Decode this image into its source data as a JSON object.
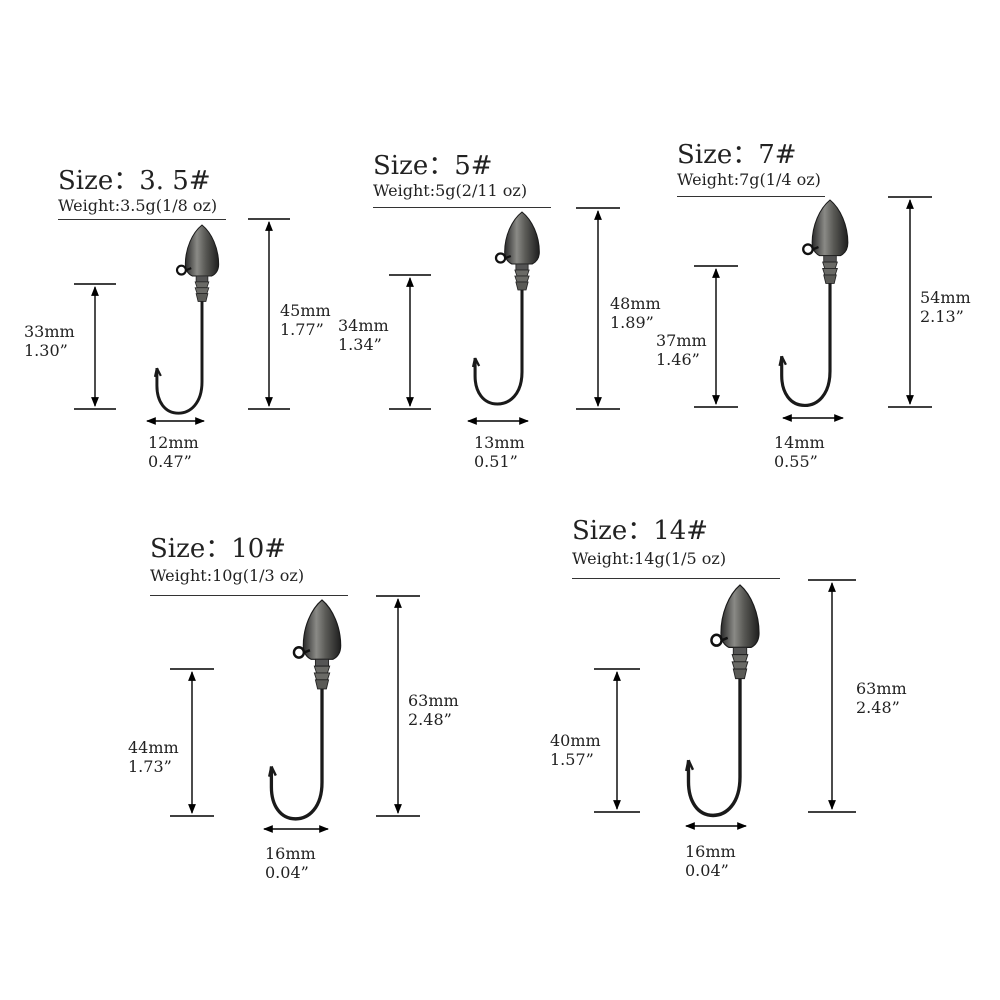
{
  "panels": [
    {
      "size": "Size：3. 5#",
      "weight": "Weight:3.5g(1/8 oz)",
      "inner": [
        "33mm",
        "1.30”"
      ],
      "total": [
        "45mm",
        "1.77”"
      ],
      "width": [
        "12mm",
        "0.47”"
      ]
    },
    {
      "size": "Size：5#",
      "weight": "Weight:5g(2/11 oz)",
      "inner": [
        "34mm",
        "1.34”"
      ],
      "total": [
        "48mm",
        "1.89”"
      ],
      "width": [
        "13mm",
        "0.51”"
      ]
    },
    {
      "size": "Size：7#",
      "weight": "Weight:7g(1/4 oz)",
      "inner": [
        "37mm",
        "1.46”"
      ],
      "total": [
        "54mm",
        "2.13”"
      ],
      "width": [
        "14mm",
        "0.55”"
      ]
    },
    {
      "size": "Size：10#",
      "weight": "Weight:10g(1/3 oz)",
      "inner": [
        "44mm",
        "1.73”"
      ],
      "total": [
        "63mm",
        "2.48”"
      ],
      "width": [
        "16mm",
        "0.04”"
      ]
    },
    {
      "size": "Size：14#",
      "weight": "Weight:14g(1/5 oz)",
      "inner": [
        "40mm",
        "1.57”"
      ],
      "total": [
        "63mm",
        "2.48”"
      ],
      "width": [
        "16mm",
        "0.04”"
      ]
    }
  ]
}
